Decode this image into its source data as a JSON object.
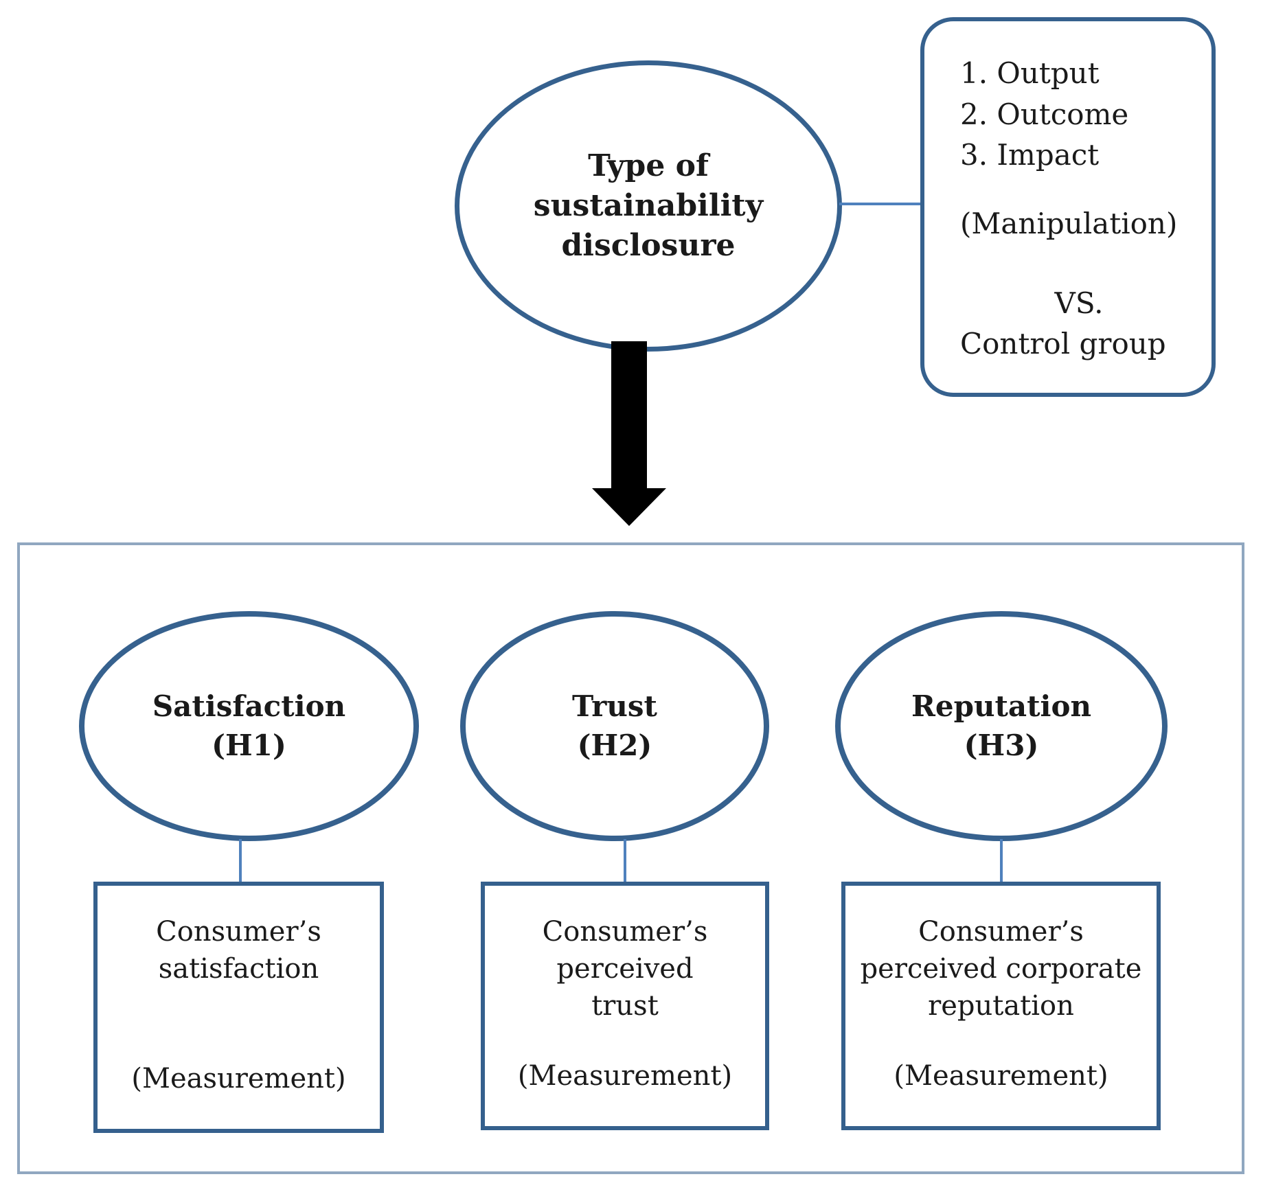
{
  "colors": {
    "shape_border": "#36618e",
    "container_border": "#90a7c0",
    "connector": "#4f81bd",
    "arrow": "#000000",
    "text": "#1a1a1a"
  },
  "independent": {
    "label": "Type of\nsustainability\ndisclosure"
  },
  "manipulation": {
    "items": [
      "1. Output",
      "2. Outcome",
      "3. Impact"
    ],
    "method": "(Manipulation)",
    "versus": "VS.",
    "control": "Control group"
  },
  "dependents": [
    {
      "construct": "Satisfaction\n(H1)",
      "measure": "Consumer’s\nsatisfaction",
      "method": "(Measurement)"
    },
    {
      "construct": "Trust\n(H2)",
      "measure": "Consumer’s\nperceived\ntrust",
      "method": "(Measurement)"
    },
    {
      "construct": "Reputation\n(H3)",
      "measure": "Consumer’s\nperceived corporate\nreputation",
      "method": "(Measurement)"
    }
  ]
}
